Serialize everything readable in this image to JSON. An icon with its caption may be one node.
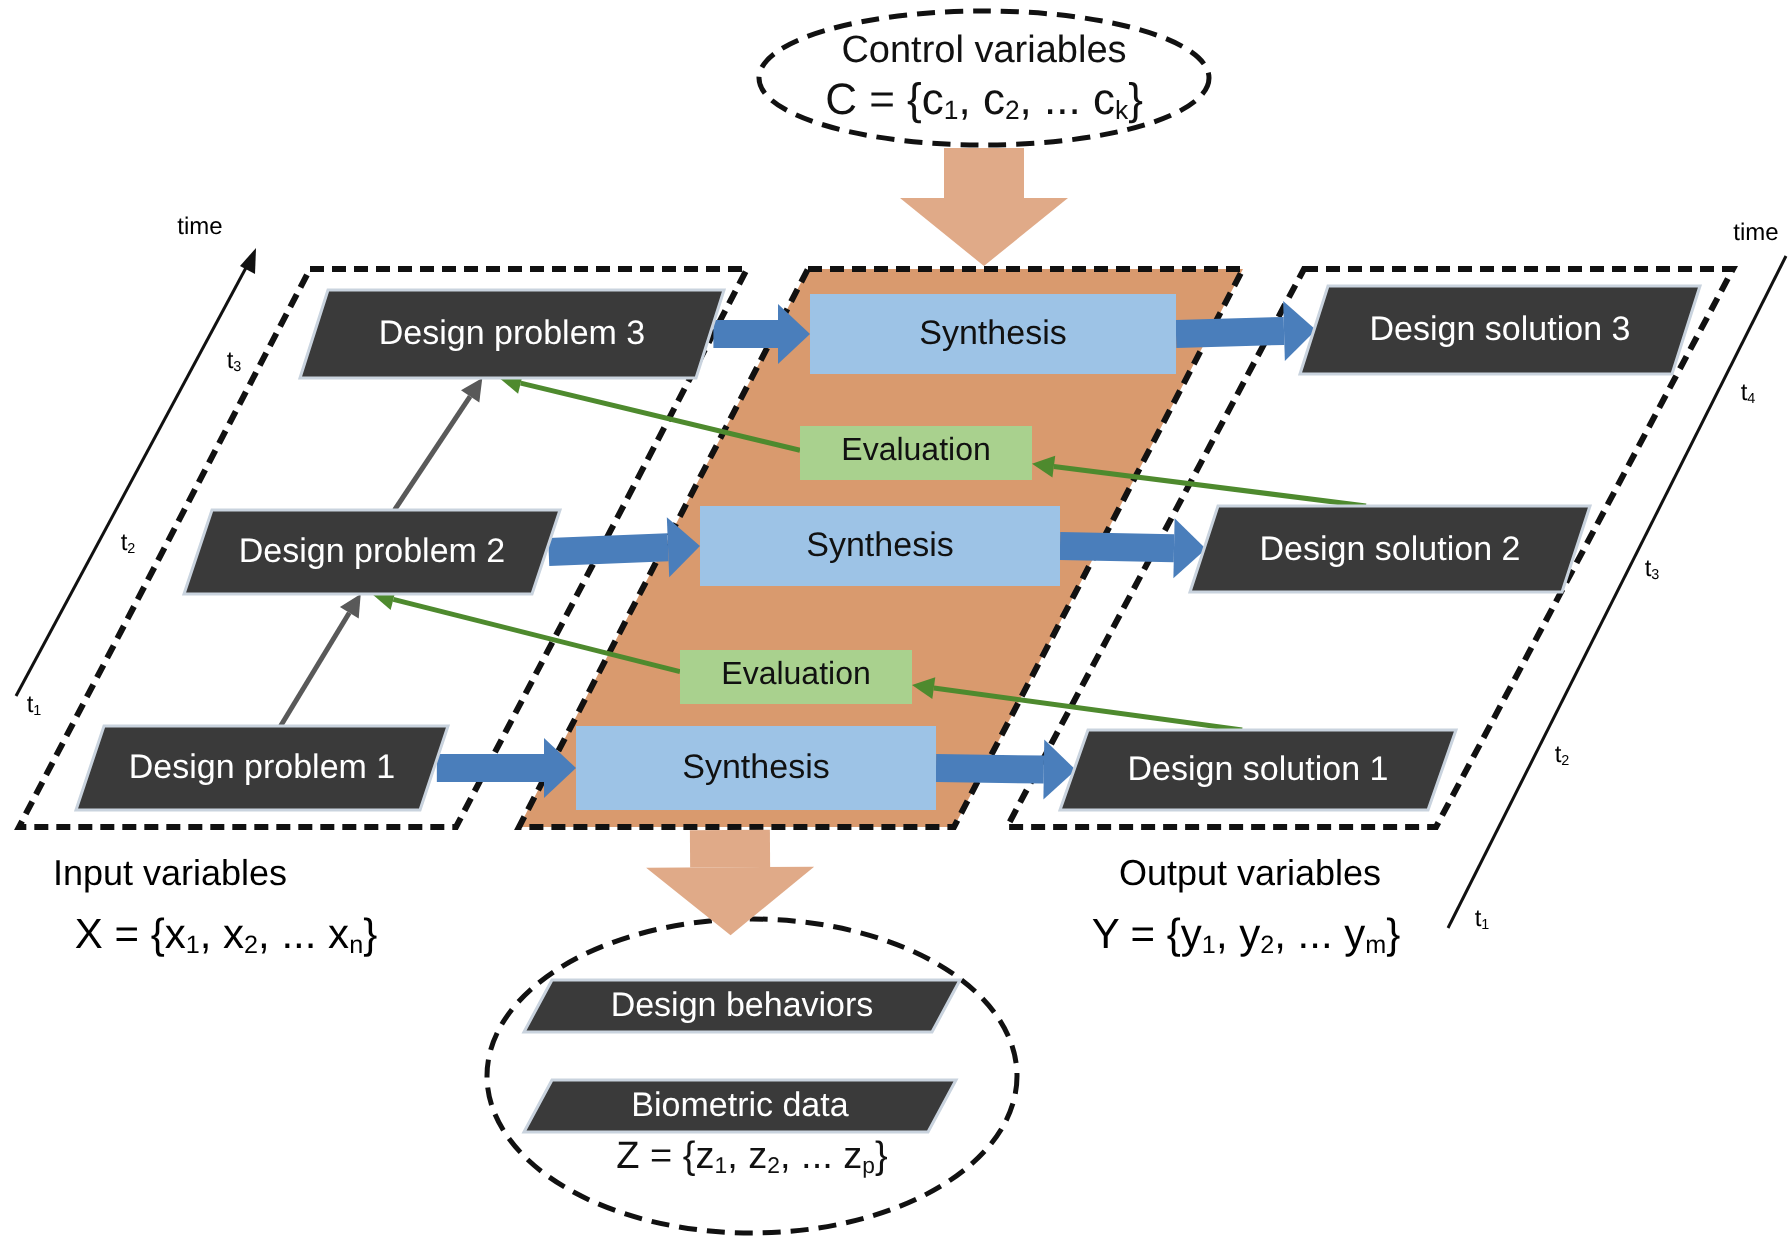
{
  "diagram": {
    "nodes": [
      {
        "text": [
          "Control variables",
          "C = {c$_{1}$, c$_{2}$, ... c$_{k}$}"
        ]
      },
      {
        "text": [],
        "shape": "parallelogram",
        "beside": [
          "Input variables",
          "X = {x$_{1}$, x$_{2}$, ... x$_{n}$}"
        ]
      },
      {
        "text": [],
        "shape": "parallelogram"
      },
      {
        "text": [],
        "shape": "parallelogram",
        "beside": [
          "Output variables",
          "Y = {y$_{1}$, y$_{2}$, ... y$_{m}$}"
        ]
      },
      {
        "text": [
          "Z = {z$_{1}$, z$_{2}$, ... z$_{p}$}"
        ]
      },
      {
        "text": [
          "Design problem 3"
        ],
        "in": 1
      },
      {
        "text": [
          "Synthesis"
        ],
        "in": 2
      },
      {
        "text": [
          "Design solution 3"
        ],
        "in": 3
      },
      {
        "text": [
          "Evaluation"
        ],
        "in": 2
      },
      {
        "text": [
          "Design problem 2"
        ],
        "in": 1
      },
      {
        "text": [
          "Synthesis"
        ],
        "in": 2
      },
      {
        "text": [
          "Design solution 2"
        ],
        "in": 3
      },
      {
        "text": [
          "Evaluation"
        ],
        "in": 2
      },
      {
        "text": [
          "Design problem 1"
        ],
        "in": 1
      },
      {
        "text": [
          "Synthesis"
        ],
        "in": 2
      },
      {
        "text": [
          "Design solution 1"
        ],
        "in": 3
      },
      {
        "text": [
          "Design behaviors"
        ],
        "in": 4
      },
      {
        "text": [
          "Biometric data"
        ],
        "in": 4
      }
    ],
    "edges": [
      {
        "from": 0,
        "to": 2,
        "arrow": "to",
        "style": "thick",
        "color": "#e0aa88"
      },
      {
        "from": 2,
        "to": 4,
        "arrow": "to",
        "style": "thick",
        "color": "#e0aa88"
      },
      {
        "from": 5,
        "to": 6,
        "arrow": "to"
      },
      {
        "from": 6,
        "to": 7,
        "arrow": "to"
      },
      {
        "from": 9,
        "to": 10,
        "arrow": "to"
      },
      {
        "from": 10,
        "to": 11,
        "arrow": "to"
      },
      {
        "from": 13,
        "to": 14,
        "arrow": "to"
      },
      {
        "from": 14,
        "to": 15,
        "arrow": "to"
      },
      {
        "from": 13,
        "to": 9,
        "arrow": "to",
        "color": "#595959"
      },
      {
        "from": 9,
        "to": 5,
        "arrow": "to",
        "color": "#595959"
      },
      {
        "from": 11,
        "to": 8,
        "arrow": "to",
        "color": "#4e8a2e"
      },
      {
        "from": 8,
        "to": 5,
        "arrow": "to",
        "color": "#4e8a2e"
      },
      {
        "from": 15,
        "to": 12,
        "arrow": "to",
        "color": "#4e8a2e"
      },
      {
        "from": 12,
        "to": 9,
        "arrow": "to",
        "color": "#4e8a2e"
      }
    ],
    "labels": [
      "time",
      "time",
      "t$_{3}$",
      "t$_{4}$",
      "t$_{2}$",
      "t$_{3}$",
      "t$_{1}$",
      "t$_{2}$",
      "t$_{1}$"
    ]
  }
}
